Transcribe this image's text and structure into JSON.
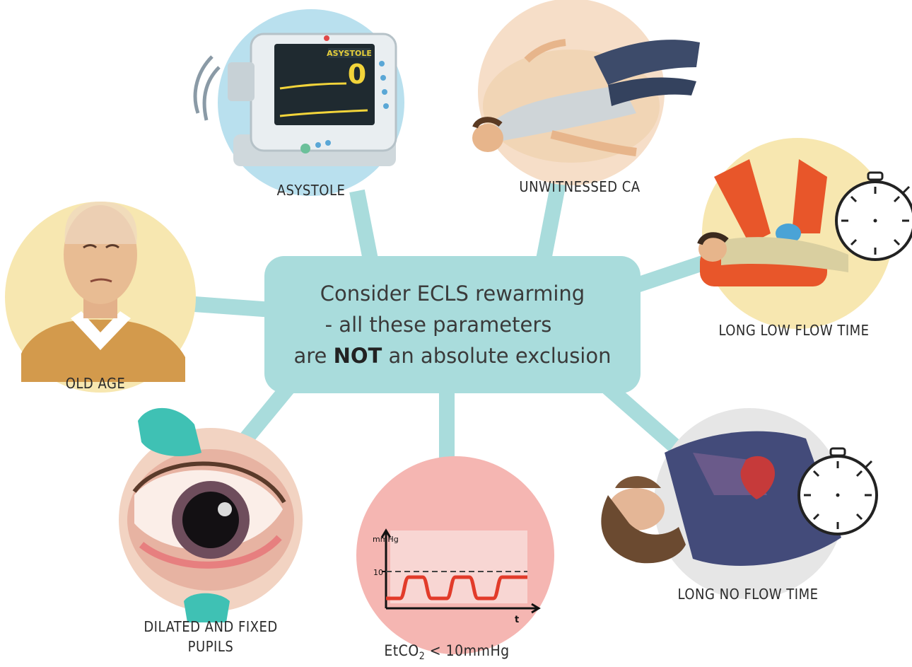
{
  "center": {
    "line1": "Consider ECLS rewarming",
    "line2": "- all these parameters",
    "line3_pre": "are ",
    "line3_bold": "NOT",
    "line3_post": " an absolute exclusion"
  },
  "nodes": {
    "asystole": {
      "label": "ASYSTOLE",
      "monitor_badge": "ASYSTOLE",
      "monitor_value": "0"
    },
    "unwitnessed": {
      "label": "UNWITNESSED CA"
    },
    "long_low_flow": {
      "label": "LONG LOW FLOW TIME"
    },
    "old_age": {
      "label": "OLD AGE"
    },
    "dilated_pupils": {
      "label_line1": "DILATED AND FIXED",
      "label_line2": "PUPILS"
    },
    "etco2": {
      "label_main": "EtCO",
      "label_sub": "2",
      "label_rest": " < 10mmHg"
    },
    "long_no_flow": {
      "label": "LONG NO FLOW TIME"
    }
  },
  "etco2_chart": {
    "y_unit": "mmHg",
    "x_unit": "t",
    "threshold_label": "10"
  },
  "colors": {
    "connector": "#a9dcdc",
    "center_fill": "#a9dcdc",
    "blue_circle": "#b9e0ee",
    "peach_circle": "#f6dec8",
    "yellow_circle": "#f7e7b0",
    "grey_circle": "#e6e6e6",
    "pink_circle": "#f5b6b2",
    "waveform_red": "#e23b2a"
  }
}
